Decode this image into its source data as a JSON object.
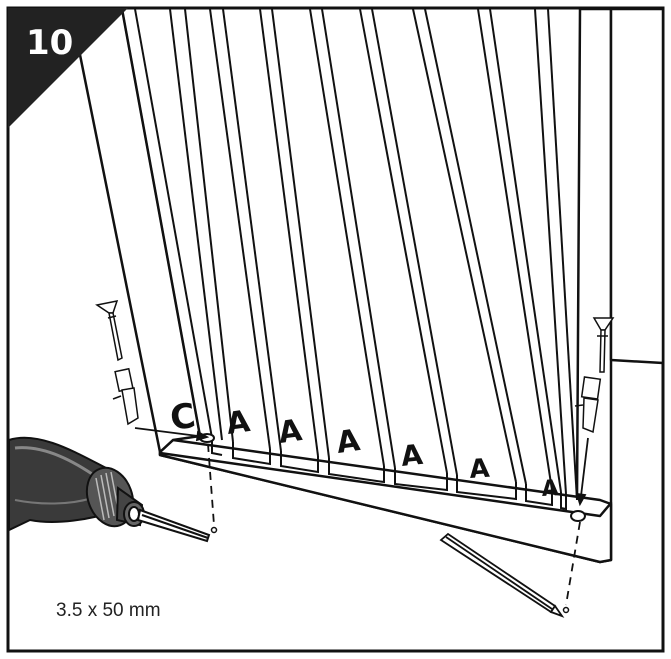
{
  "step": {
    "number": "10"
  },
  "labels": {
    "part_c": "C",
    "part_a": "A"
  },
  "caption": "3.5 x 50 mm",
  "colors": {
    "ink": "#111111",
    "badge": "#222222",
    "paper": "#ffffff"
  },
  "icons": [
    "drill-icon",
    "screw-icon",
    "wall-plug-icon",
    "drill-bit-icon"
  ]
}
